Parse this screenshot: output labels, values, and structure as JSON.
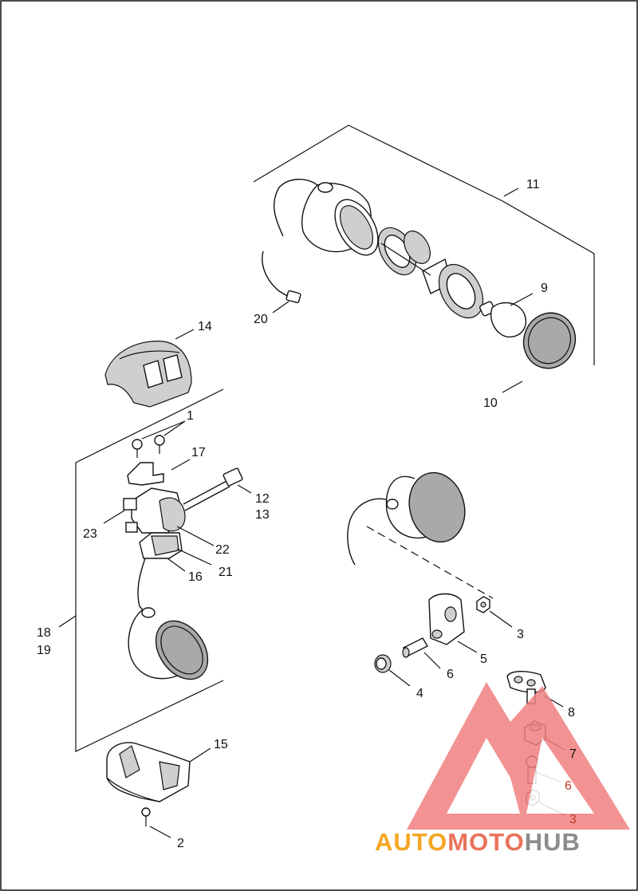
{
  "labels": {
    "l1": "1",
    "l2": "2",
    "l3a": "3",
    "l3b": "3",
    "l4": "4",
    "l5": "5",
    "l6a": "6",
    "l6b": "6",
    "l7": "7",
    "l8": "8",
    "l9": "9",
    "l10": "10",
    "l11": "11",
    "l12": "12",
    "l13": "13",
    "l14": "14",
    "l15": "15",
    "l16": "16",
    "l17": "17",
    "l18": "18",
    "l19": "19",
    "l20": "20",
    "l21": "21",
    "l22": "22",
    "l23": "23"
  },
  "watermark": {
    "part1": "AUTO",
    "part2": "MOTO",
    "part3": "HUB",
    "colors": {
      "auto": "#f5a623",
      "moto": "#e8735a",
      "hub": "#8c8c8c",
      "logo": "#f08080"
    }
  },
  "icons": [
    "logo-triangle-mark"
  ]
}
